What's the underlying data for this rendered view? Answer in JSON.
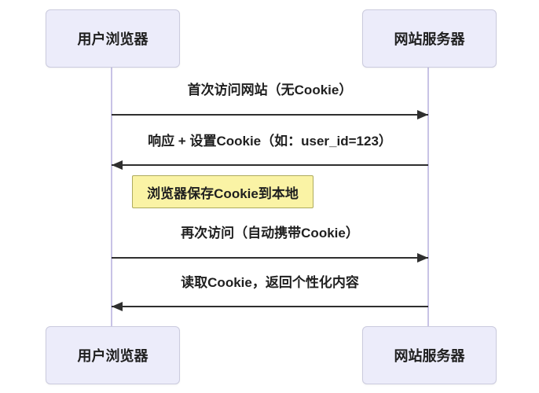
{
  "diagram": {
    "type": "sequence-diagram",
    "actors": [
      {
        "label": "用户浏览器"
      },
      {
        "label": "网站服务器"
      }
    ],
    "messages": [
      {
        "text": "首次访问网站（无Cookie）",
        "from": "用户浏览器",
        "to": "网站服务器",
        "direction": "right"
      },
      {
        "text": "响应 + 设置Cookie（如：user_id=123）",
        "from": "网站服务器",
        "to": "用户浏览器",
        "direction": "left"
      },
      {
        "text": "再次访问（自动携带Cookie）",
        "from": "用户浏览器",
        "to": "网站服务器",
        "direction": "right"
      },
      {
        "text": "读取Cookie，返回个性化内容",
        "from": "网站服务器",
        "to": "用户浏览器",
        "direction": "left"
      }
    ],
    "note": {
      "text": "浏览器保存Cookie到本地"
    },
    "colors": {
      "actor_fill": "#ececfa",
      "actor_border": "#cbcbde",
      "lifeline": "#c8c3e6",
      "arrow": "#2f2f2f",
      "note_fill": "#faf3a5",
      "note_border": "#aeab5e",
      "text": "#1f1f1f"
    }
  }
}
